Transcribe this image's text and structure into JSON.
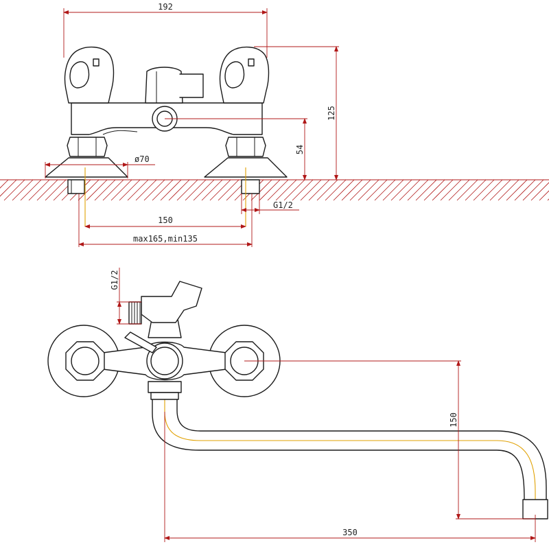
{
  "colors": {
    "outline": "#1a1a1a",
    "dimension": "#b01818",
    "centerline": "#e0a000",
    "background": "#ffffff"
  },
  "dimensions": {
    "top_width": "192",
    "total_height": "125",
    "axis_height": "54",
    "flange_diameter": "ø70",
    "connection_thread": "G1/2",
    "inlet_spacing": "150",
    "inlet_range": "max165,min135",
    "side_thread": "G1/2",
    "spout_drop": "150",
    "spout_reach": "350"
  }
}
